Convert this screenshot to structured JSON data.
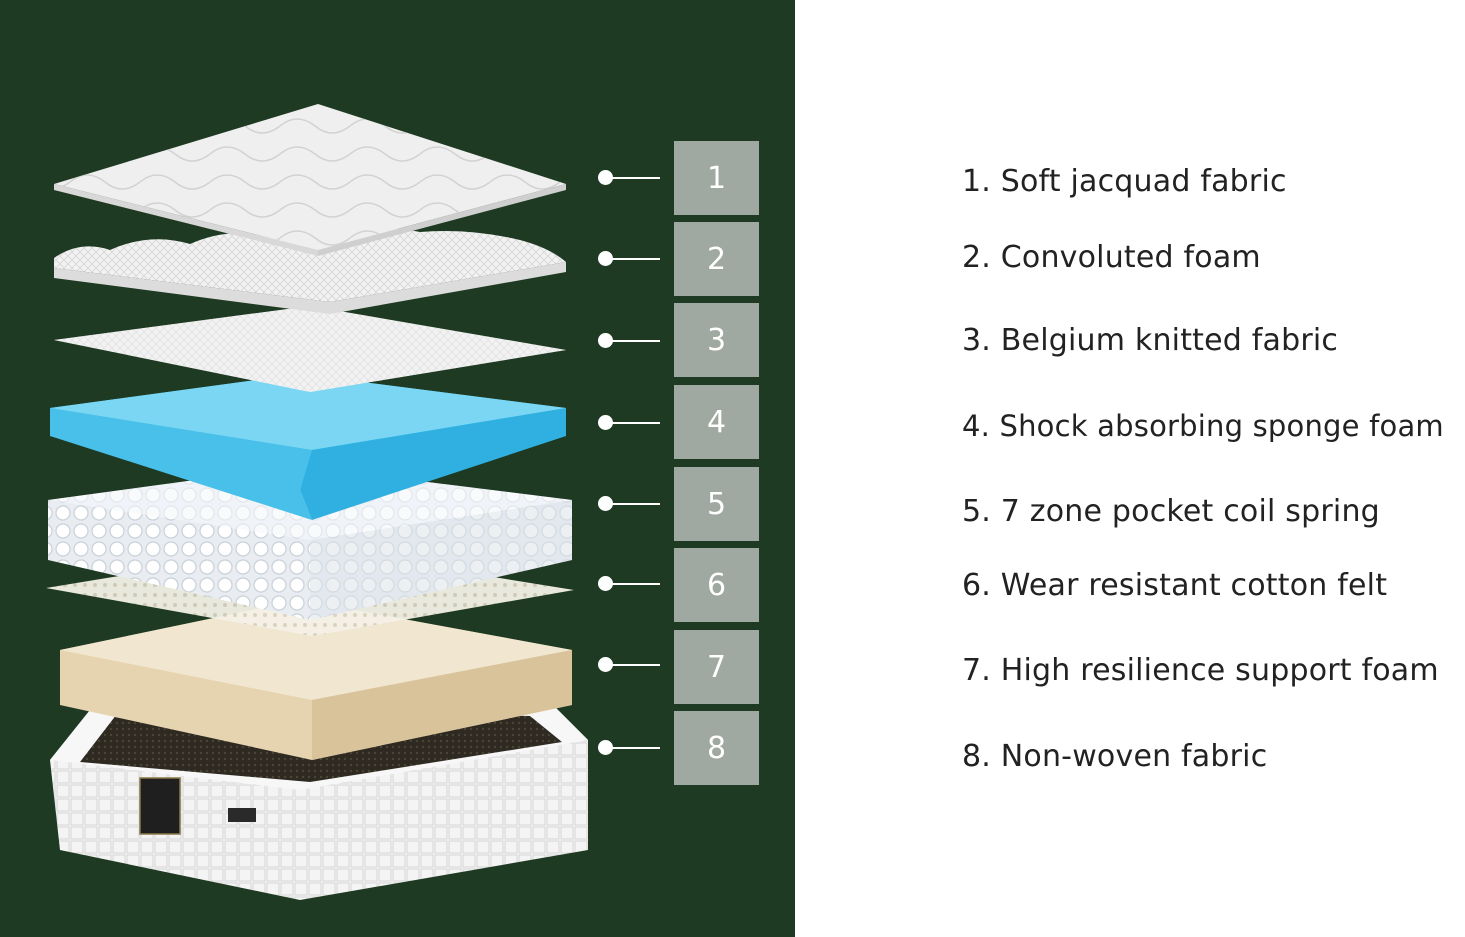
{
  "colors": {
    "panel_bg": "#1e3a22",
    "badge_bg": "#a0a8a2",
    "blue_foam": "#4fc3ea",
    "beige_foam": "#e8d7b6",
    "text": "#222222"
  },
  "layers": [
    {
      "number": "1",
      "label": "1. Soft jacquad fabric",
      "icon": "quilted-fabric-layer"
    },
    {
      "number": "2",
      "label": "2. Convoluted foam",
      "icon": "convoluted-foam-layer"
    },
    {
      "number": "3",
      "label": "3. Belgium knitted fabric",
      "icon": "knitted-fabric-layer"
    },
    {
      "number": "4",
      "label": "4. Shock absorbing sponge foam",
      "icon": "sponge-foam-layer"
    },
    {
      "number": "5",
      "label": "5. 7 zone pocket coil spring",
      "icon": "pocket-coil-layer"
    },
    {
      "number": "6",
      "label": "6. Wear resistant cotton felt",
      "icon": "cotton-felt-layer"
    },
    {
      "number": "7",
      "label": "7. High resilience support foam",
      "icon": "support-foam-layer"
    },
    {
      "number": "8",
      "label": "8. Non-woven fabric",
      "icon": "mattress-base-layer"
    }
  ]
}
